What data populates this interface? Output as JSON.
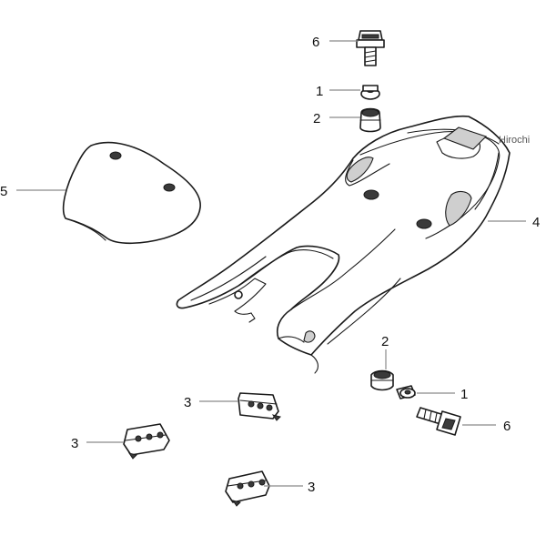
{
  "watermark": "Hirochi",
  "callouts": {
    "bolt_top": "6",
    "washer_top": "1",
    "grommet_top": "2",
    "seat_pad": "5",
    "tail_cowl": "4",
    "grommet_bottom": "2",
    "washer_bottom": "1",
    "bolt_bottom": "6",
    "damper_upper": "3",
    "damper_left": "3",
    "damper_lower": "3"
  }
}
